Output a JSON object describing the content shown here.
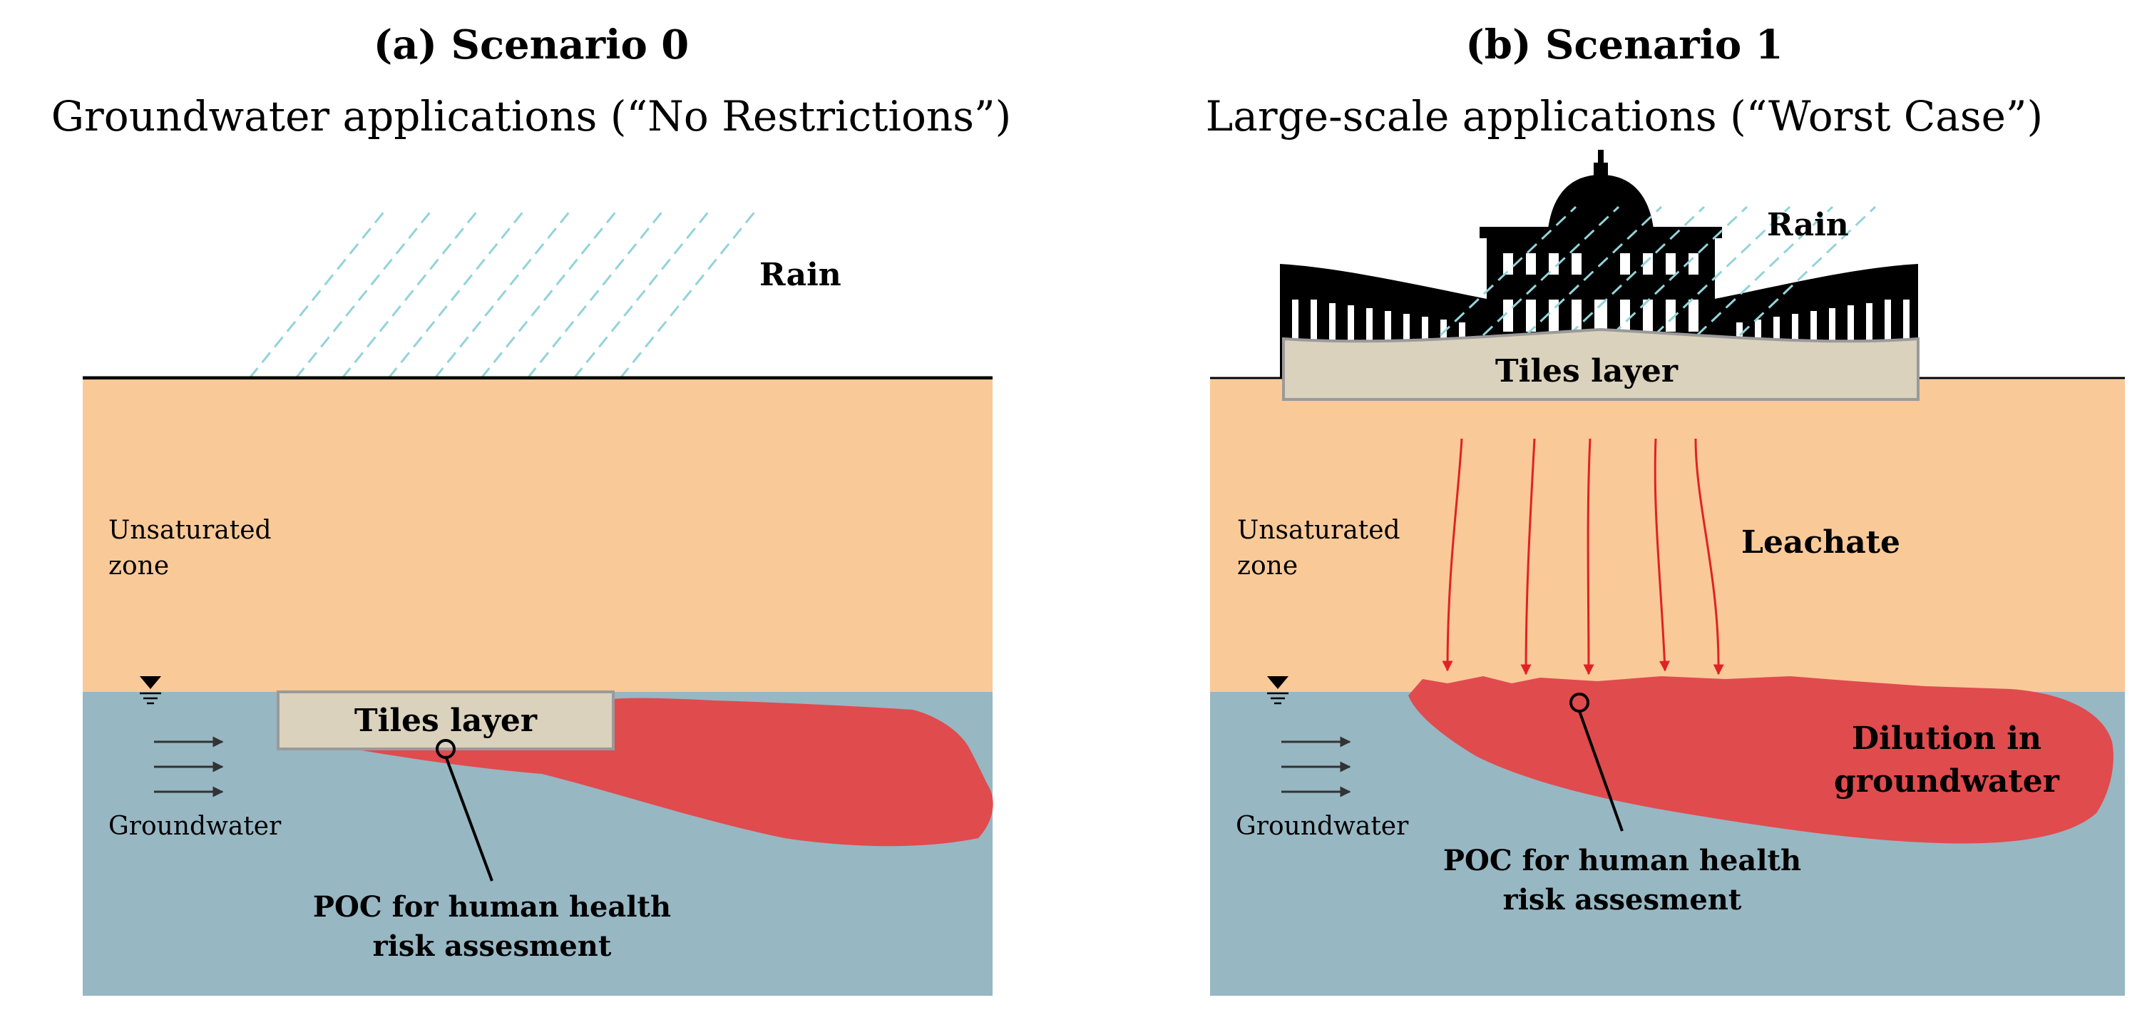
{
  "colors": {
    "unsaturated_zone": "#f9c998",
    "groundwater": "#97b7c3",
    "plume": "#e04b4e",
    "tiles": "#dbd2bd",
    "tiles_border": "#9a9a9a",
    "rain": "#93d3da",
    "leachate_arrows": "#e02222",
    "flow_arrows": "#333333",
    "building": "#000000"
  },
  "panel_a": {
    "title": "(a) Scenario 0",
    "subtitle": "Groundwater applications (“No Restrictions”)",
    "rain_label": "Rain",
    "unsaturated_label_line1": "Unsaturated",
    "unsaturated_label_line2": "zone",
    "tiles_label": "Tiles layer",
    "groundwater_label": "Groundwater",
    "poc_line1": "POC for human health",
    "poc_line2": "risk assesment"
  },
  "panel_b": {
    "title": "(b) Scenario 1",
    "subtitle": "Large-scale applications (“Worst Case”)",
    "rain_label": "Rain",
    "tiles_label": "Tiles layer",
    "unsaturated_label_line1": "Unsaturated",
    "unsaturated_label_line2": "zone",
    "leachate_label": "Leachate",
    "dilution_line1": "Dilution in",
    "dilution_line2": "groundwater",
    "groundwater_label": "Groundwater",
    "poc_line1": "POC for human health",
    "poc_line2": "risk assesment"
  }
}
